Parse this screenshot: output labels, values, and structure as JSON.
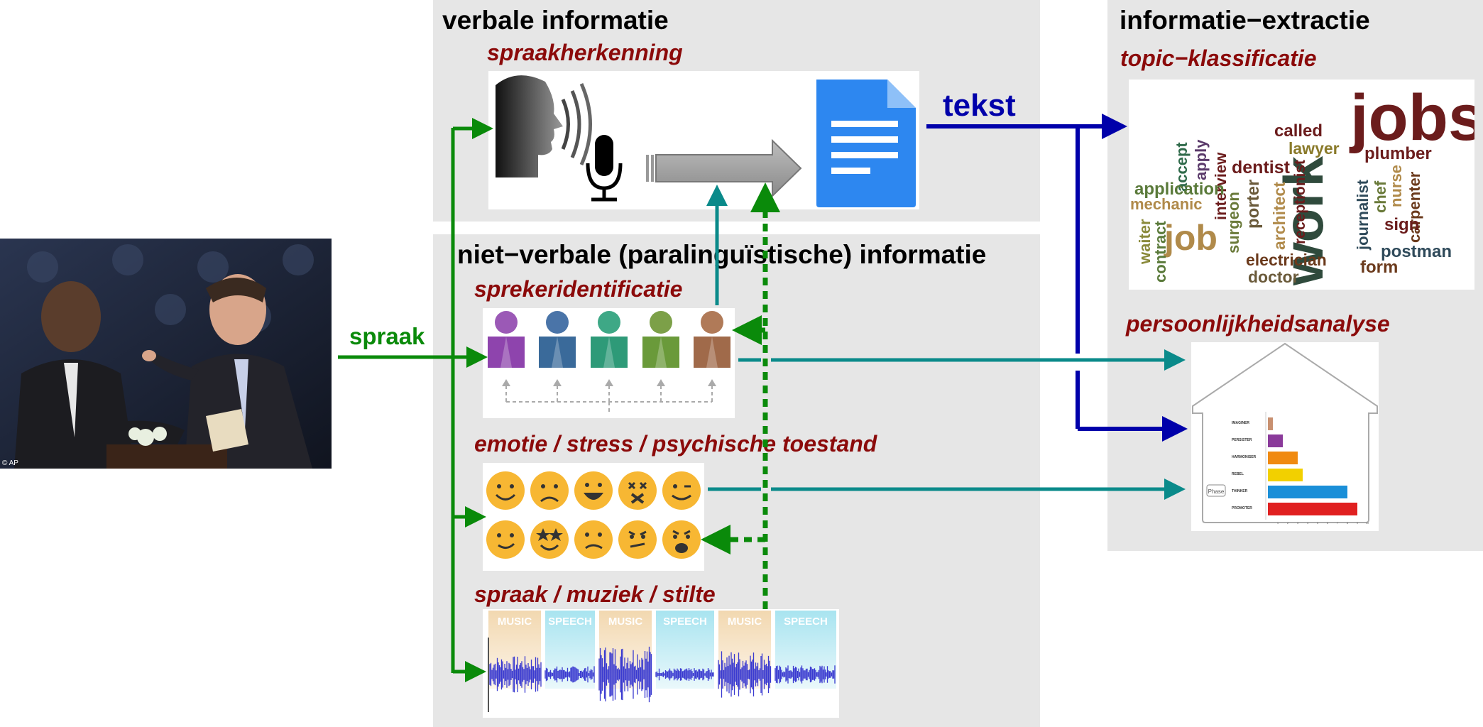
{
  "verbal": {
    "title": "verbale informatie",
    "subtitle": "spraakherkenning"
  },
  "nonverbal": {
    "title": "niet−verbale (paralinguïstische) informatie",
    "speaker_id": "sprekeridentificatie",
    "emotion": "emotie / stress / psychische toestand",
    "speech_music": "spraak / muziek / stilte",
    "segments": [
      "MUSIC",
      "SPEECH",
      "MUSIC",
      "SPEECH",
      "MUSIC",
      "SPEECH"
    ]
  },
  "extraction": {
    "title": "informatie−extractie",
    "topic": "topic−klassificatie",
    "personality": "persoonlijkheidsanalyse",
    "personality_rows": [
      {
        "label": "IMAGINER",
        "value": 0.5,
        "color": "#c89070"
      },
      {
        "label": "PERSISTER",
        "value": 1.5,
        "color": "#8a3a9a"
      },
      {
        "label": "HARMONISER",
        "value": 3.0,
        "color": "#f08a10"
      },
      {
        "label": "REBEL",
        "value": 3.5,
        "color": "#f2d000"
      },
      {
        "label": "THINKER",
        "value": 8.0,
        "color": "#1a8fd8"
      },
      {
        "label": "PROMOTER",
        "value": 9.0,
        "color": "#e02020"
      }
    ],
    "phase_label": "Phase",
    "axis_ticks": [
      "1",
      "2",
      "3",
      "4",
      "5",
      "6",
      "7",
      "8",
      "9",
      "10"
    ]
  },
  "labels": {
    "spraak": "spraak",
    "tekst": "tekst"
  },
  "photo_credit": "© AP",
  "wordcloud": [
    {
      "t": "jobs",
      "c": "#6b1c1c"
    },
    {
      "t": "work",
      "c": "#2f4a3c"
    },
    {
      "t": "job",
      "c": "#b08a4a"
    },
    {
      "t": "called",
      "c": "#6b1c1c"
    },
    {
      "t": "lawyer",
      "c": "#8a7a2a"
    },
    {
      "t": "plumber",
      "c": "#6b1c1c"
    },
    {
      "t": "dentist",
      "c": "#6b1c1c"
    },
    {
      "t": "accept",
      "c": "#2f6a4a"
    },
    {
      "t": "apply",
      "c": "#5a3a6a"
    },
    {
      "t": "interview",
      "c": "#6b1c1c"
    },
    {
      "t": "application",
      "c": "#5a7a3a"
    },
    {
      "t": "mechanic",
      "c": "#b08a4a"
    },
    {
      "t": "waiter",
      "c": "#8a8a3a"
    },
    {
      "t": "contract",
      "c": "#5a7a3a"
    },
    {
      "t": "surgeon",
      "c": "#6a7a3a"
    },
    {
      "t": "porter",
      "c": "#6a5a3a"
    },
    {
      "t": "architect",
      "c": "#b08a4a"
    },
    {
      "t": "receptionist",
      "c": "#6b1c1c"
    },
    {
      "t": "electrician",
      "c": "#6b3a1c"
    },
    {
      "t": "doctor",
      "c": "#6a5a3a"
    },
    {
      "t": "journalist",
      "c": "#2f4a5a"
    },
    {
      "t": "chef",
      "c": "#6a7a3a"
    },
    {
      "t": "nurse",
      "c": "#b08a4a"
    },
    {
      "t": "carpenter",
      "c": "#6b3a1c"
    },
    {
      "t": "sign",
      "c": "#6b1c1c"
    },
    {
      "t": "postman",
      "c": "#2f4a5a"
    },
    {
      "t": "form",
      "c": "#6b3a1c"
    }
  ]
}
